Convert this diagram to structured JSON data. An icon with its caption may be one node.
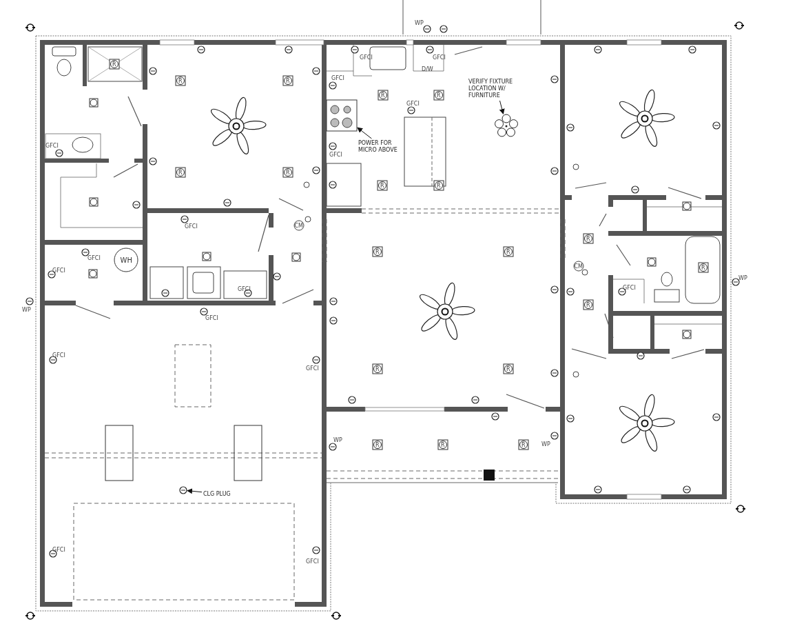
{
  "diagram": {
    "nodes": [
      {
        "text": [
          "VERIFY FIXTURE LOCATION W/ FURNITURE"
        ]
      },
      {
        "text": [],
        "shape": "picture"
      },
      {
        "text": [
          "POWER FOR MICRO ABOVE"
        ]
      },
      {
        "text": [],
        "shape": "picture"
      },
      {
        "text": [
          "CLG PLUG"
        ]
      },
      {
        "text": [],
        "shape": "picture"
      }
    ],
    "edges": [
      {
        "from": 0,
        "to": 1,
        "arrow": "to"
      },
      {
        "from": 2,
        "to": 3,
        "arrow": "to"
      },
      {
        "from": 4,
        "to": 5,
        "arrow": "to"
      }
    ],
    "labels": [
      "WP",
      "GFCI",
      "GFCI",
      "R",
      "D/W",
      "GFCI",
      "R",
      "R",
      "R",
      "R",
      "GFCI",
      "GFCI",
      "GFCI",
      "R",
      "R",
      "R",
      "R",
      "GFCI",
      "CM",
      "R",
      "R",
      "R",
      "GFCI",
      "WH",
      "GFCI",
      "CM",
      "R",
      "WP",
      "GFCI",
      "GFCI",
      "WP",
      "R",
      "GFCI",
      "GFCI",
      "GFCI",
      "R",
      "R",
      "WP",
      "R",
      "R",
      "R",
      "WP",
      "GFCI",
      "GFCI"
    ]
  }
}
